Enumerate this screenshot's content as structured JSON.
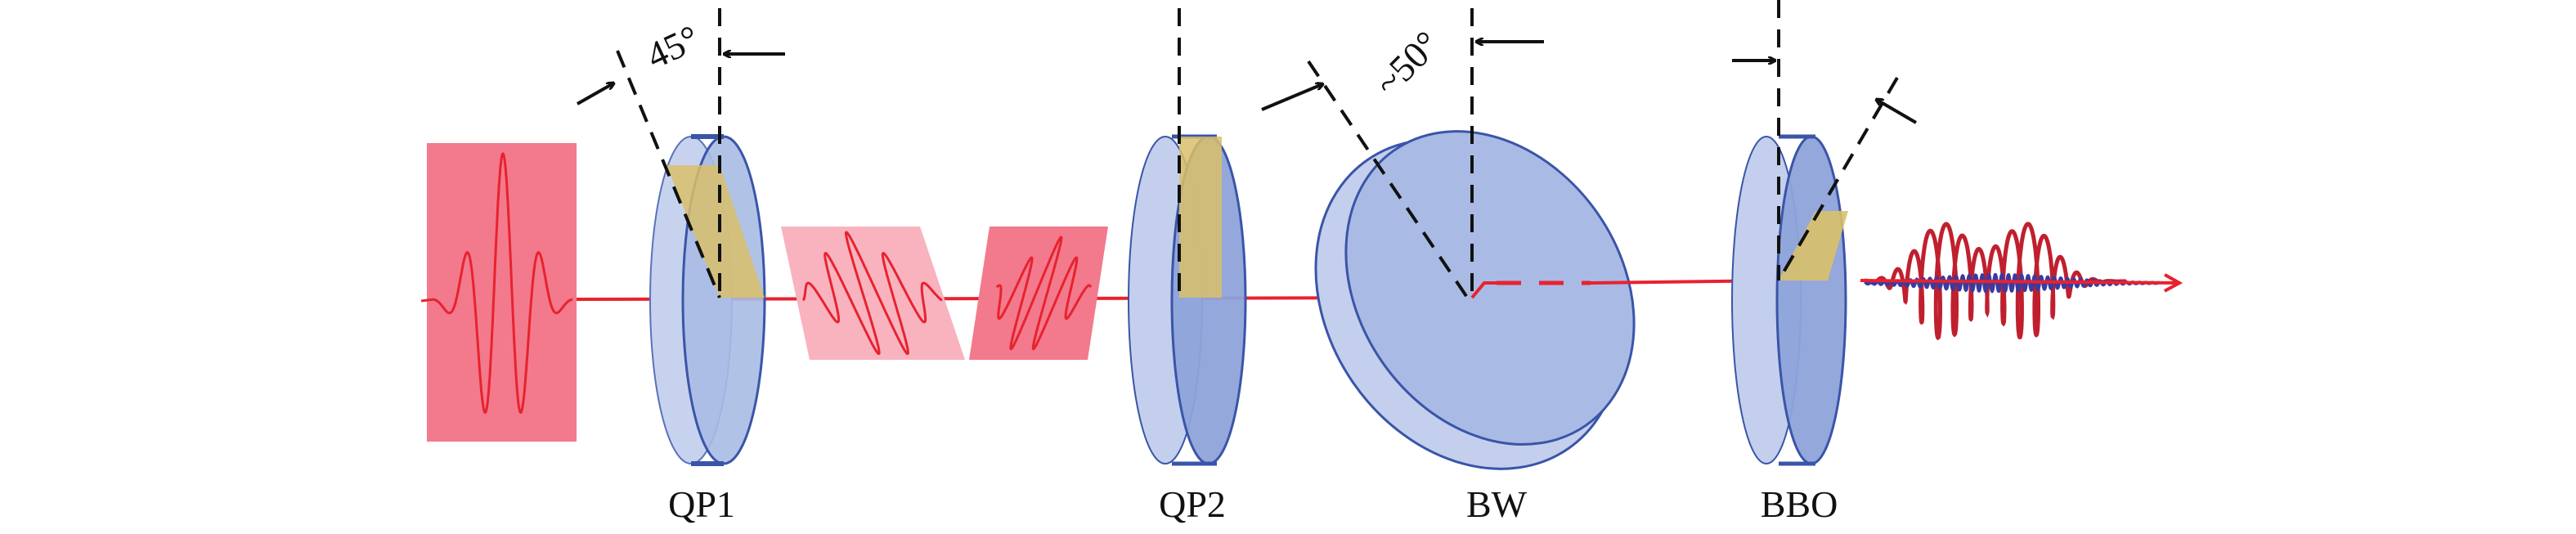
{
  "diagram": {
    "components": [
      {
        "id": "qp1",
        "label": "QP1"
      },
      {
        "id": "qp2",
        "label": "QP2"
      },
      {
        "id": "bw",
        "label": "BW"
      },
      {
        "id": "bbo",
        "label": "BBO"
      }
    ],
    "annotations": {
      "qp1_angle": "45°",
      "bw_angle": "~50°"
    },
    "colors": {
      "pulse_box": "#f27a8c",
      "pulse_box_light": "#f8b3bf",
      "pulse_line": "#e8222f",
      "plate_light": "#c3cfec",
      "plate_mid": "#a9bbe4",
      "plate_dark": "#8ea3da",
      "plate_edge": "#3a55a8",
      "axis_fill": "#d9c06a",
      "output_red": "#c0202e",
      "output_blue": "#3a3aa0"
    }
  }
}
